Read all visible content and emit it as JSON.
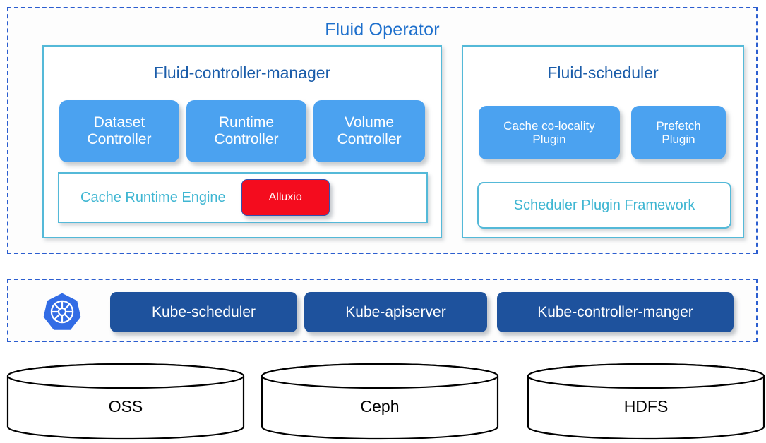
{
  "fluid_operator": {
    "title": "Fluid Operator",
    "panels": [
      {
        "id": "controller-manager",
        "title": "Fluid-controller-manager",
        "chips": [
          {
            "label": "Dataset\nController"
          },
          {
            "label": "Runtime\nController"
          },
          {
            "label": "Volume\nController"
          }
        ],
        "subpanel": {
          "label": "Cache Runtime Engine",
          "engine_chip": "Alluxio"
        }
      },
      {
        "id": "scheduler",
        "title": "Fluid-scheduler",
        "chips": [
          {
            "label": "Cache co-locality\nPlugin"
          },
          {
            "label": "Prefetch\nPlugin"
          }
        ],
        "subpanel": {
          "label": "Scheduler Plugin Framework"
        }
      }
    ]
  },
  "kubernetes_layer": {
    "logo_icon": "kubernetes-helm-icon",
    "components": [
      {
        "label": "Kube-scheduler"
      },
      {
        "label": "Kube-apiserver"
      },
      {
        "label": "Kube-controller-manger"
      }
    ]
  },
  "storage_layer": {
    "stores": [
      {
        "label": "OSS",
        "icon": "database-cylinder-icon"
      },
      {
        "label": "Ceph",
        "icon": "database-cylinder-icon"
      },
      {
        "label": "HDFS",
        "icon": "database-cylinder-icon"
      }
    ]
  },
  "colors": {
    "dashed_border": "#2c5ed0",
    "panel_border": "#54b9d8",
    "operator_title": "#1d6fcc",
    "panel_title": "#1b5daa",
    "chip_blue": "#4ba2f0",
    "chip_navy": "#1e529d",
    "alluxio_red": "#f40c1e",
    "teal_text": "#3fb6d2",
    "k8s_blue": "#326ce5",
    "cylinder_stroke": "#000000"
  }
}
